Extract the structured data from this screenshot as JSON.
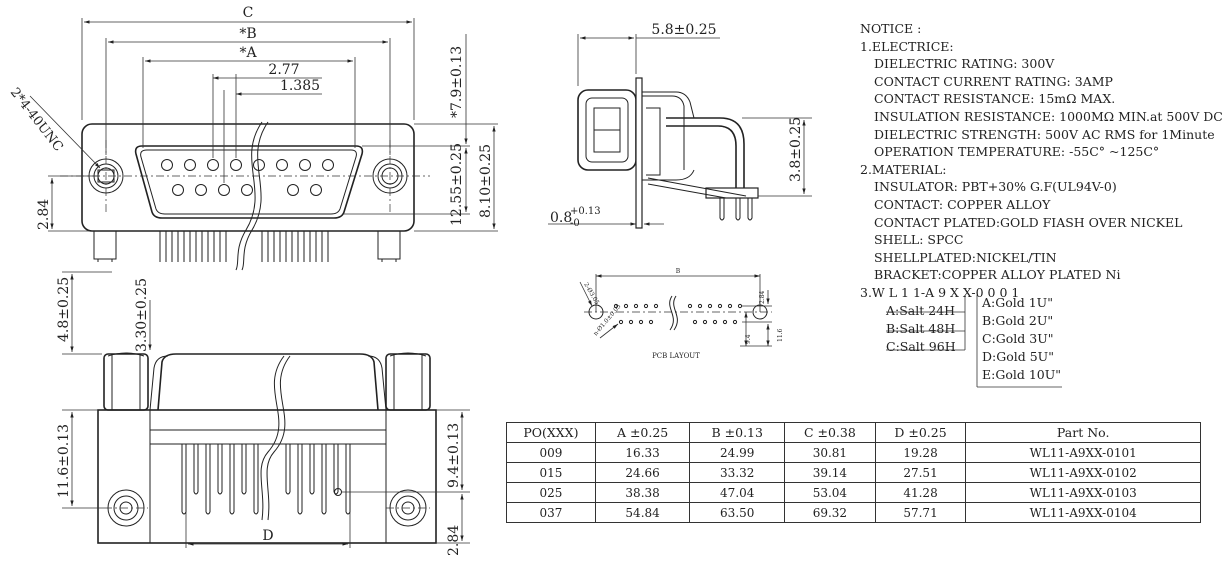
{
  "dims": {
    "C": "C",
    "B": "*B",
    "A": "*A",
    "pitch_2": "2.77",
    "pitch_1": "1.385",
    "thread": "2*4-40UNC",
    "h_79": "*7.9±0.13",
    "h_1255": "12.55±0.25",
    "h_0825": "8.10±0.25",
    "h_284a": "2.84",
    "h_48": "4.8±0.25",
    "h_330": "3.30±0.25",
    "h_116": "11.6±0.13",
    "h_94": "9.4±0.13",
    "h_284b": "2.84",
    "D": "D",
    "w_58": "5.8±0.25",
    "h_38": "3.8±0.25",
    "t_08": "0.8",
    "t_08_tol": "+0.13",
    "t_08_tol2": "-0"
  },
  "pcb": {
    "title": "PCB LAYOUT",
    "b": "B",
    "v1": "2.84",
    "v2": "11.6",
    "v3": "9.4",
    "hole1": "2-Ø3.05",
    "hole2": "n-Ø1.0±0.05"
  },
  "notice": {
    "title": "NOTICE :",
    "sec1": "1.ELECTRICE:",
    "elec": [
      "DIELECTRIC RATING: 300V",
      "CONTACT CURRENT RATING: 3AMP",
      "CONTACT RESISTANCE: 15mΩ MAX.",
      "INSULATION RESISTANCE: 1000MΩ MIN.at 500V DC",
      "DIELECTRIC STRENGTH: 500V AC RMS for 1Minute",
      "OPERATION TEMPERATURE: -55C° ~125C°"
    ],
    "sec2": "2.MATERIAL:",
    "mat": [
      "INSULATOR: PBT+30% G.F(UL94V-0)",
      "CONTACT: COPPER ALLOY",
      "CONTACT PLATED:GOLD FIASH OVER NICKEL",
      "SHELL: SPCC",
      "SHELLPLATED:NICKEL/TIN",
      "BRACKET:COPPER ALLOY PLATED Ni"
    ],
    "sec3": "3.W L 1 1-A 9 X X-0 0 0 1",
    "salt": [
      "A:Salt 24H",
      "B:Salt 48H",
      "C:Salt 96H"
    ],
    "gold": [
      "A:Gold 1U\"",
      "B:Gold 2U\"",
      "C:Gold 3U\"",
      "D:Gold 5U\"",
      "E:Gold 10U\""
    ]
  },
  "table": {
    "headers": [
      "PO(XXX)",
      "A ±0.25",
      "B ±0.13",
      "C ±0.38",
      "D ±0.25",
      "Part No."
    ],
    "rows": [
      [
        "009",
        "16.33",
        "24.99",
        "30.81",
        "19.28",
        "WL11-A9XX-0101"
      ],
      [
        "015",
        "24.66",
        "33.32",
        "39.14",
        "27.51",
        "WL11-A9XX-0102"
      ],
      [
        "025",
        "38.38",
        "47.04",
        "53.04",
        "41.28",
        "WL11-A9XX-0103"
      ],
      [
        "037",
        "54.84",
        "63.50",
        "69.32",
        "57.71",
        "WL11-A9XX-0104"
      ]
    ]
  }
}
